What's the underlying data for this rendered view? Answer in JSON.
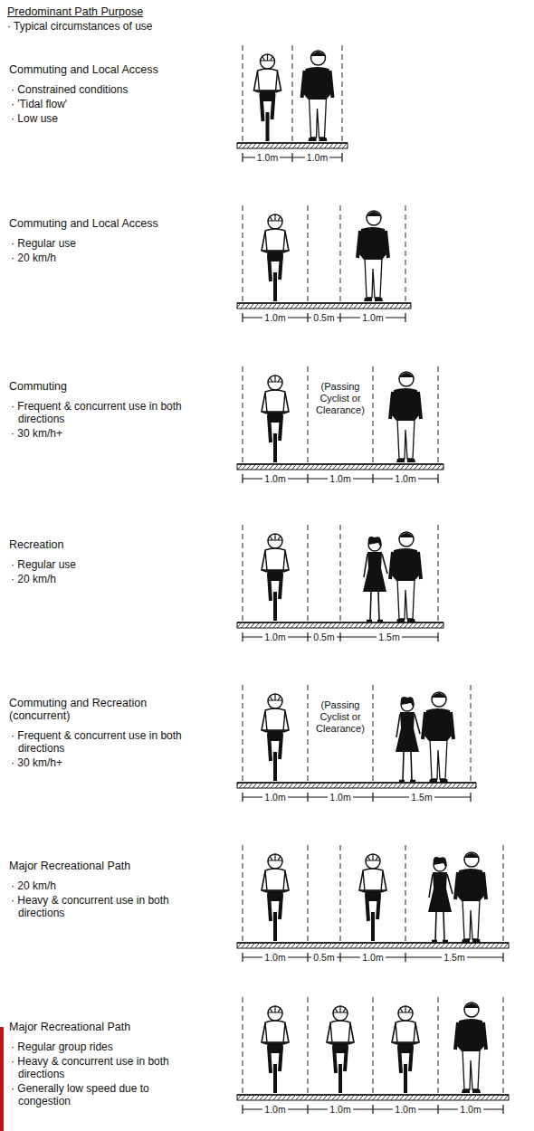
{
  "diagram": {
    "title": "Predominant Path Purpose",
    "labels": [
      "· Typical circumstances of use",
      "Commuting and Local Access",
      "· Constrained conditions",
      "· 'Tidal flow'",
      "· Low use",
      "1.0m",
      "1.0m",
      "Commuting and Local Access",
      "· Regular use",
      "· 20 km/h",
      "1.0m",
      "0.5m",
      "1.0m",
      "Commuting",
      "· Frequent & concurrent use in both directions",
      "· 30 km/h+",
      "(Passing Cyclist or Clearance)",
      "1.0m",
      "1.0m",
      "1.0m",
      "Recreation",
      "· Regular use",
      "· 20 km/h",
      "1.0m",
      "0.5m",
      "1.5m",
      "Commuting and Recreation (concurrent)",
      "· Frequent & concurrent use in both directions",
      "· 30 km/h+",
      "(Passing Cyclist or Clearance)",
      "1.0m",
      "1.0m",
      "1.5m",
      "Major Recreational Path",
      "· 20 km/h",
      "· Heavy & concurrent use in both directions",
      "1.0m",
      "0.5m",
      "1.0m",
      "1.5m",
      "Major Recreational Path",
      "· Regular group rides",
      "· Heavy & concurrent use in both directions",
      "· Generally low speed due to congestion",
      "1.0m",
      "1.0m",
      "1.0m",
      "1.0m"
    ]
  }
}
